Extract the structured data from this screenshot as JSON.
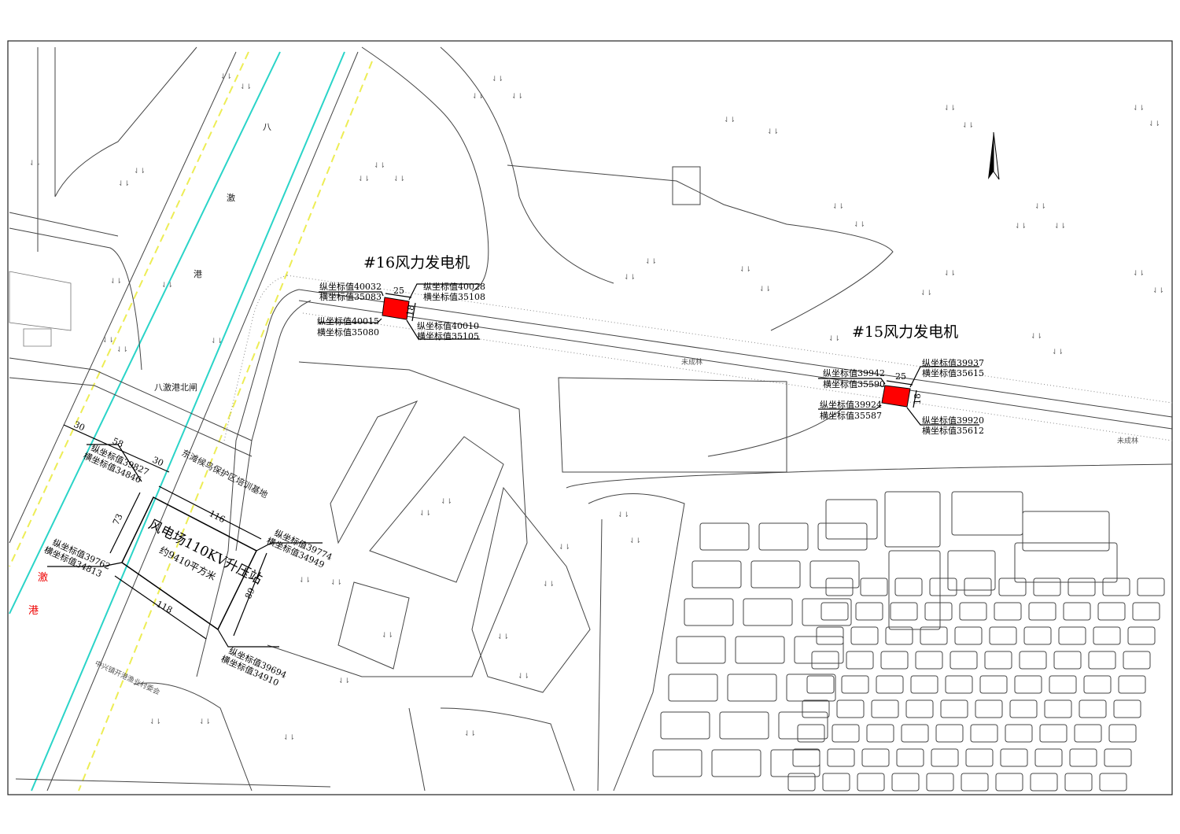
{
  "turbines": [
    {
      "title": "#16风力发电机",
      "dim_long": "25",
      "dim_short": "18",
      "coords": [
        {
          "n": "纵坐标值40032",
          "e": "横坐标值35083"
        },
        {
          "n": "纵坐标值40028",
          "e": "横坐标值35108"
        },
        {
          "n": "纵坐标值40015",
          "e": "横坐标值35080"
        },
        {
          "n": "纵坐标值40010",
          "e": "横坐标值35105"
        }
      ]
    },
    {
      "title": "#15风力发电机",
      "dim_long": "25",
      "dim_short": "18",
      "coords": [
        {
          "n": "纵坐标值39942",
          "e": "横坐标值35590"
        },
        {
          "n": "纵坐标值39937",
          "e": "横坐标值35615"
        },
        {
          "n": "纵坐标值39924",
          "e": "横坐标值35587"
        },
        {
          "n": "纵坐标值39920",
          "e": "横坐标值35612"
        }
      ]
    }
  ],
  "substation": {
    "title": "风电场110KV升压站",
    "area": "约9410平方米",
    "dims": {
      "top": "116",
      "bottom": "118",
      "left": "73",
      "right": "89",
      "offset_a": "30",
      "offset_b": "58",
      "offset_c": "30"
    },
    "coords": [
      {
        "n": "纵坐标值39827",
        "e": "横坐标值34846"
      },
      {
        "n": "纵坐标值39774",
        "e": "横坐标值34949"
      },
      {
        "n": "纵坐标值39762",
        "e": "横坐标值34813"
      },
      {
        "n": "纵坐标值39694",
        "e": "横坐标值34910"
      }
    ]
  },
  "places": {
    "channel_1": "八",
    "channel_2": "激",
    "channel_3": "港",
    "sluice": "八激港北闸",
    "reserve": "东滩候鸟保护区培训基地",
    "village": "中兴镇开港渔业村委会",
    "forest_1": "未成林",
    "forest_2": "未成林",
    "red_1": "激",
    "red_2": "港"
  },
  "colors": {
    "turbine": "#ff0000",
    "water": "#2ad4c8",
    "dashed": "#f0f060"
  }
}
